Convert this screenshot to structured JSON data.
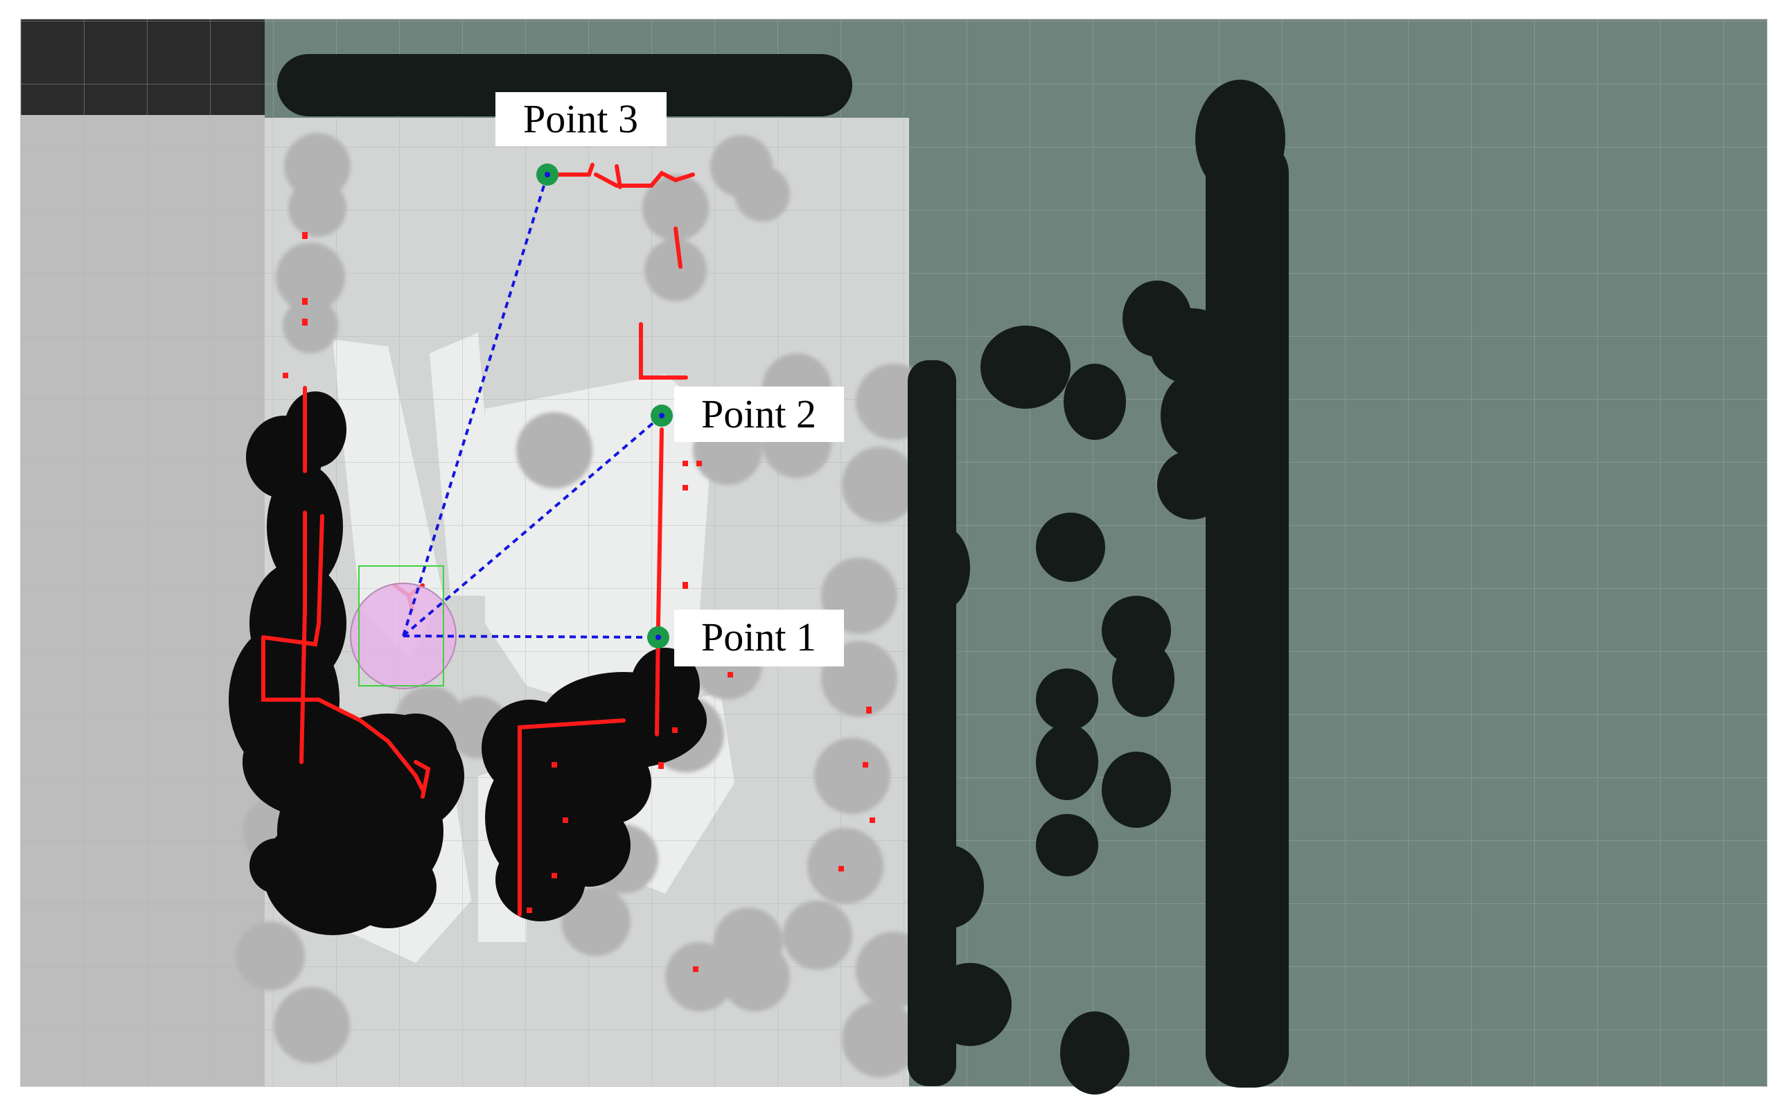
{
  "waypoints": [
    {
      "id": "p3",
      "label": "Point 3"
    },
    {
      "id": "p2",
      "label": "Point 2"
    },
    {
      "id": "p1",
      "label": "Point 1"
    }
  ],
  "colors": {
    "page_bg": "#ffffff",
    "unknown_dark": "#2b2b2b",
    "outer_map": "#6d837c",
    "local_gray": "#bdbdbd",
    "local_light": "#d2d5d4",
    "free_white": "#eceeed",
    "cost_halo": "#b3b3b3",
    "obstacle": "#0d0d0d",
    "obstacle_dark_teal": "#141b19",
    "laser": "#ff1a1a",
    "path_blue": "#1414e0",
    "waypoint_green": "#1b9a4a",
    "robot_pink": "#e6b3e6",
    "footprint_green": "#3fd23f",
    "grid": "#a9b0ae"
  },
  "icons": {
    "robot": "robot-footprint-icon",
    "waypoint": "waypoint-marker-icon"
  }
}
